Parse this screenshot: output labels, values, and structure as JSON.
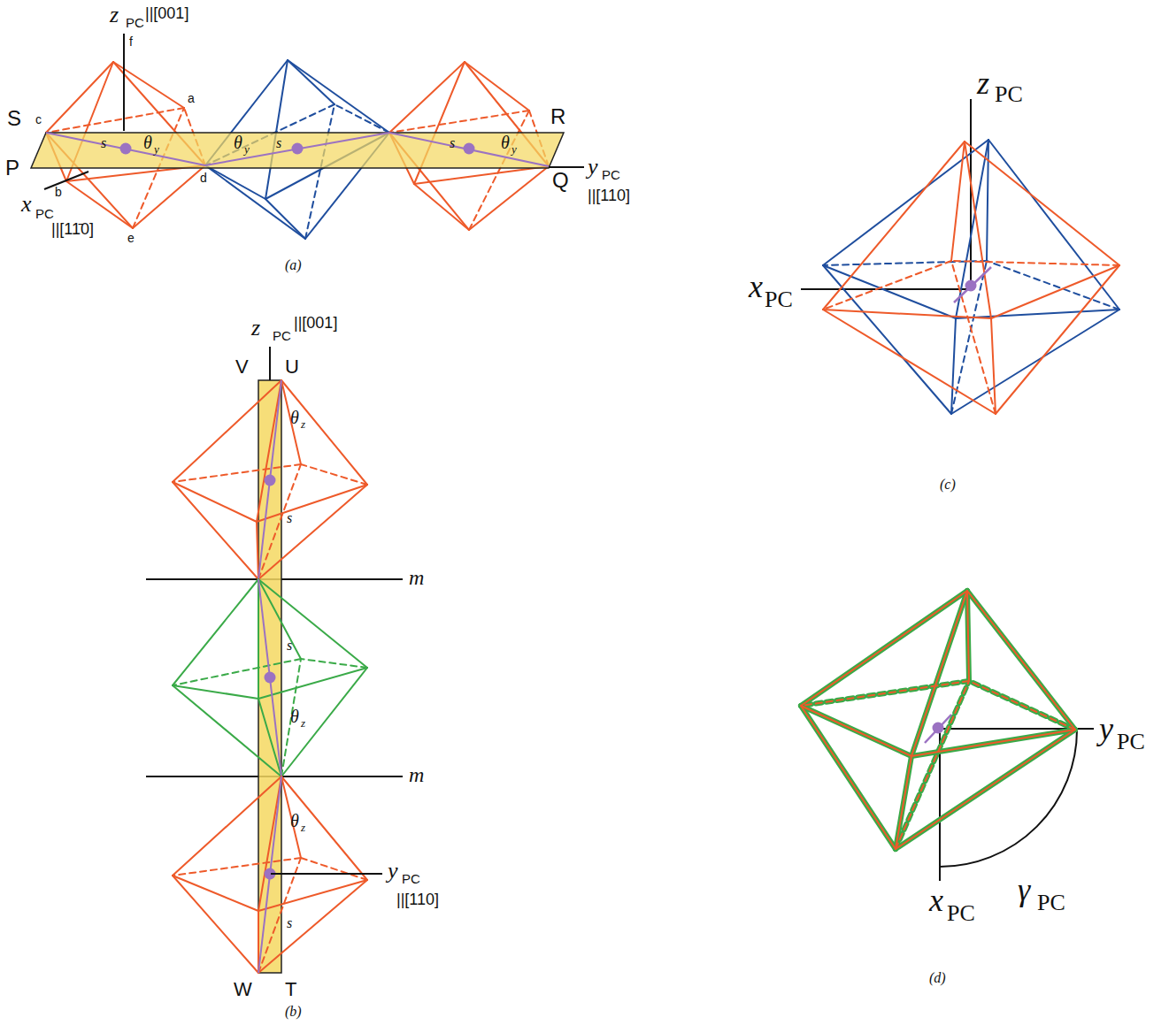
{
  "diagram": {
    "labels": [
      "z",
      "PC",
      "||[001]",
      "f",
      "a",
      "S",
      "c",
      "P",
      "b",
      "x",
      "PC",
      "||[11̄0]",
      "e",
      "d",
      "s",
      "θ",
      "y",
      "θ",
      "y",
      "s",
      "s",
      "θ",
      "y",
      "R",
      "Q",
      "y",
      "PC",
      "||[110]",
      "(a)",
      "z",
      "PC",
      "||[001]",
      "V",
      "U",
      "θ",
      "z",
      "s",
      "m",
      "s",
      "θ",
      "z",
      "m",
      "θ",
      "z",
      "y",
      "PC",
      "||[110]",
      "s",
      "W",
      "T",
      "(b)",
      "z",
      "PC",
      "x",
      "PC",
      "(c)",
      "y",
      "PC",
      "x",
      "PC",
      "γ",
      "PC",
      "(d)"
    ]
  }
}
